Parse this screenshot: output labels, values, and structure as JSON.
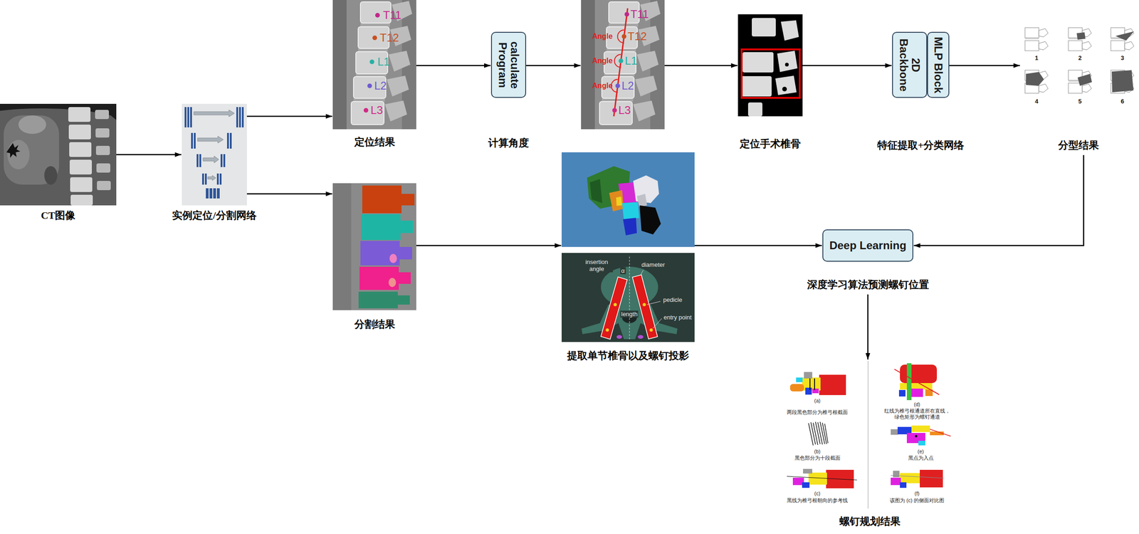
{
  "diagram": {
    "nodes": [
      {
        "text": [
          "CT图像"
        ]
      },
      {
        "text": [
          "实例定位/分割网络"
        ]
      },
      {
        "text": [
          "T11",
          "T12",
          "L1",
          "L2",
          "L3",
          "定位结果"
        ]
      },
      {
        "text": [
          "calculate Program",
          "计算角度"
        ]
      },
      {
        "text": [
          "T11",
          "Angle",
          "T12",
          "Angle",
          "L1",
          "Angle",
          "L2",
          "L3"
        ]
      },
      {
        "text": [
          "定位手术椎骨"
        ]
      },
      {
        "text": [
          "2D Backbone"
        ]
      },
      {
        "text": [
          "MLP Block"
        ]
      },
      {
        "text": [
          "1",
          "2",
          "3",
          "4",
          "5",
          "6",
          "分型结果"
        ]
      },
      {
        "text": [
          "分割结果"
        ]
      },
      {
        "text": [
          "insertion angle",
          "α",
          "diameter",
          "pedicle",
          "length",
          "entry point",
          "提取单节椎骨以及螺钉投影"
        ]
      },
      {
        "text": [
          "Deep Learning",
          "深度学习算法预测螺钉位置"
        ]
      },
      {
        "text": [
          "(a)",
          "两段黑色部分为椎弓根截面",
          "(b)",
          "黑色部分为十段截面",
          "(c)",
          "黑线为椎弓根朝向的参考线",
          "(d)",
          "红线为椎弓根通道所在直线， 绿色矩形为螺钉通道",
          "(e)",
          "黑点为入点",
          "(f)",
          "该图为 (c) 的侧面对比图",
          "螺钉规划结果"
        ]
      }
    ],
    "edges": [
      {
        "from": 0,
        "to": 1,
        "arrow": "to"
      },
      {
        "from": 1,
        "to": 2,
        "arrow": "to"
      },
      {
        "from": 1,
        "to": 9,
        "arrow": "to"
      },
      {
        "from": 2,
        "to": 3,
        "arrow": "to"
      },
      {
        "from": 3,
        "to": 4,
        "arrow": "to"
      },
      {
        "from": 4,
        "to": 5,
        "arrow": "to"
      },
      {
        "from": 5,
        "to": 6,
        "arrow": "to"
      },
      {
        "from": 7,
        "to": 8,
        "arrow": "to"
      },
      {
        "from": 9,
        "to": 10,
        "arrow": "to"
      },
      {
        "from": 10,
        "to": 11,
        "arrow": "to"
      },
      {
        "from": 8,
        "to": 11,
        "arrow": "to"
      },
      {
        "from": 11,
        "to": 12,
        "arrow": "to"
      }
    ],
    "labels": [
      "特征提取+分类网络"
    ]
  }
}
